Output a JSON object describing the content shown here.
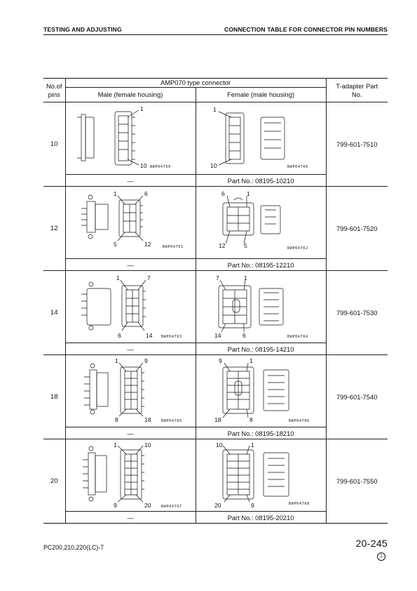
{
  "header": {
    "left": "TESTING AND ADJUSTING",
    "right": "CONNECTION TABLE FOR CONNECTOR PIN NUMBERS"
  },
  "table": {
    "col_pins": "No.of pins",
    "group_title": "AMP070 type connector",
    "col_male": "Male (female housing)",
    "col_female": "Female (male housing)",
    "col_tadapter": "T-adapter Part No.",
    "rows": [
      {
        "pins": "10",
        "male_fig": "BWP04759",
        "female_fig": "BWP04760",
        "male_pin_a": "1",
        "male_pin_b": "10",
        "female_pin_a": "1",
        "female_pin_b": "10",
        "male_part": "—",
        "female_part": "Part No.: 08195-10210",
        "t_adapter": "799-601-7510"
      },
      {
        "pins": "12",
        "male_fig": "BWP04761",
        "female_fig": "BWP04762",
        "male_pin_a": "1",
        "male_pin_b": "6",
        "male_pin_c": "5",
        "male_pin_d": "12",
        "female_pin_a": "6",
        "female_pin_b": "1",
        "female_pin_c": "12",
        "female_pin_d": "5",
        "male_part": "—",
        "female_part": "Part No.: 08195-12210",
        "t_adapter": "799-601-7520"
      },
      {
        "pins": "14",
        "male_fig": "BWP04763",
        "female_fig": "BWP04764",
        "male_pin_a": "1",
        "male_pin_b": "7",
        "male_pin_c": "6",
        "male_pin_d": "14",
        "female_pin_a": "7",
        "female_pin_b": "1",
        "female_pin_c": "14",
        "female_pin_d": "6",
        "male_part": "—",
        "female_part": "Part No.: 08195-14210",
        "t_adapter": "799-601-7530"
      },
      {
        "pins": "18",
        "male_fig": "BWP04765",
        "female_fig": "BWP04766",
        "male_pin_a": "1",
        "male_pin_b": "9",
        "male_pin_c": "8",
        "male_pin_d": "18",
        "female_pin_a": "9",
        "female_pin_b": "1",
        "female_pin_c": "18",
        "female_pin_d": "8",
        "male_part": "—",
        "female_part": "Part No.: 08195-18210",
        "t_adapter": "799-601-7540"
      },
      {
        "pins": "20",
        "male_fig": "BWP04767",
        "female_fig": "BWP04768",
        "male_pin_a": "1",
        "male_pin_b": "10",
        "male_pin_c": "9",
        "male_pin_d": "20",
        "female_pin_a": "10",
        "female_pin_b": "1",
        "female_pin_c": "20",
        "female_pin_d": "9",
        "male_part": "—",
        "female_part": "Part No.: 08195-20210",
        "t_adapter": "799-601-7550"
      }
    ]
  },
  "footer": {
    "model": "PC200,210,220(LC)-7",
    "page": "20-245",
    "revision": "1"
  }
}
